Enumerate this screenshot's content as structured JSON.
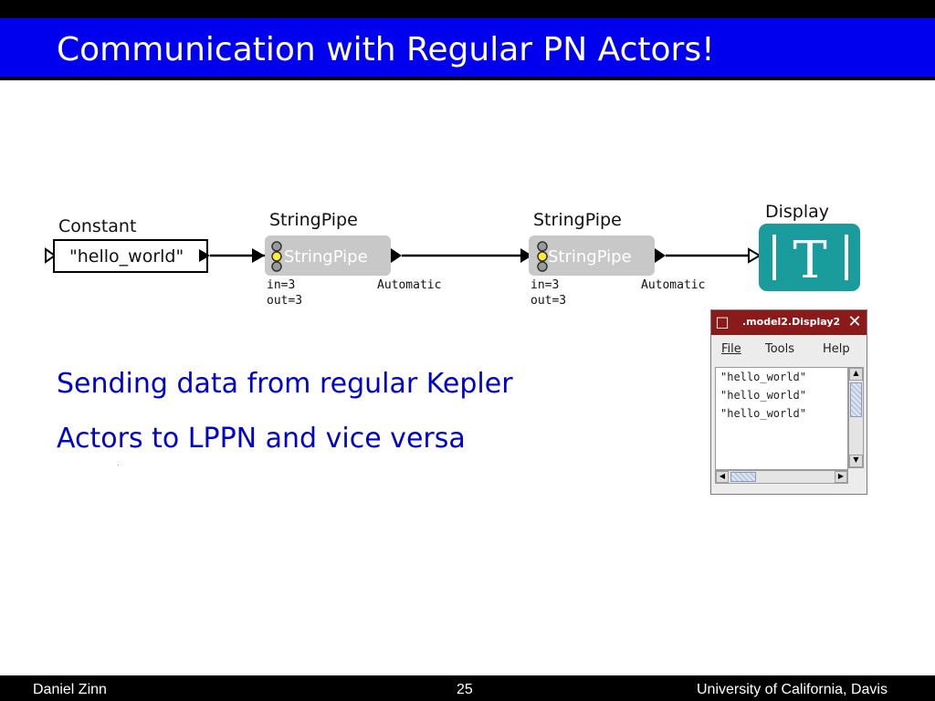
{
  "slide": {
    "title": "Communication with Regular PN Actors!"
  },
  "diagram": {
    "constant": {
      "label": "Constant",
      "value": "\"hello_world\""
    },
    "pipe1": {
      "label": "StringPipe",
      "inner": "StringPipe",
      "in": "in=3",
      "out": "out=3",
      "channel": "Automatic"
    },
    "pipe2": {
      "label": "StringPipe",
      "inner": "StringPipe",
      "in": "in=3",
      "out": "out=3",
      "channel": "Automatic"
    },
    "display": {
      "label": "Display",
      "glyph": "T"
    }
  },
  "body": [
    "Sending data from regular Kepler",
    "Actors to LPPN and vice versa"
  ],
  "window": {
    "title": ".model2.Display2",
    "menu": {
      "file": "File",
      "tools": "Tools",
      "help": "Help"
    },
    "lines": [
      "\"hello_world\"",
      "\"hello_world\"",
      "\"hello_world\""
    ]
  },
  "footer": {
    "author": "Daniel Zinn",
    "page": "25",
    "affiliation": "University of California, Davis"
  },
  "colors": {
    "title_bg": "#0000ee",
    "body_text": "#0000cc",
    "display_icon": "#1a9c9c",
    "window_title": "#8b1a1a",
    "pipe_box": "#c8c8c8"
  }
}
